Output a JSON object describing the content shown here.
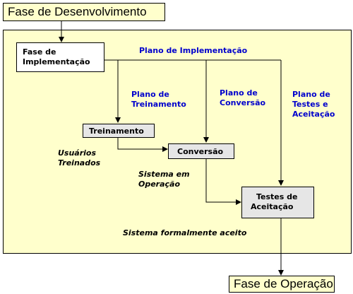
{
  "phases": {
    "top": "Fase de Desenvolvimento",
    "bottom": "Fase de Operação"
  },
  "nodes": {
    "implementation_line1": "Fase de",
    "implementation_line2": "Implementação",
    "training": "Treinamento",
    "conversion": "Conversão",
    "tests_line1": "Testes de",
    "tests_line2": "Aceitação"
  },
  "flows": {
    "implementation_plan": "Plano de Implementação",
    "training_plan_line1": "Plano de",
    "training_plan_line2": "Treinamento",
    "conversion_plan_line1": "Plano de",
    "conversion_plan_line2": "Conversão",
    "tests_plan_line1": "Plano de",
    "tests_plan_line2": "Testes e",
    "tests_plan_line3": "Aceitação"
  },
  "outcomes": {
    "trained_users_line1": "Usuários",
    "trained_users_line2": "Treinados",
    "system_running_line1": "Sistema em",
    "system_running_line2": "Operação",
    "system_accepted": "Sistema formalmente aceito"
  },
  "colors": {
    "frame_fill": "#ffffcc",
    "node_fill": "#e6e6e6",
    "plan_text": "#0000cc"
  }
}
